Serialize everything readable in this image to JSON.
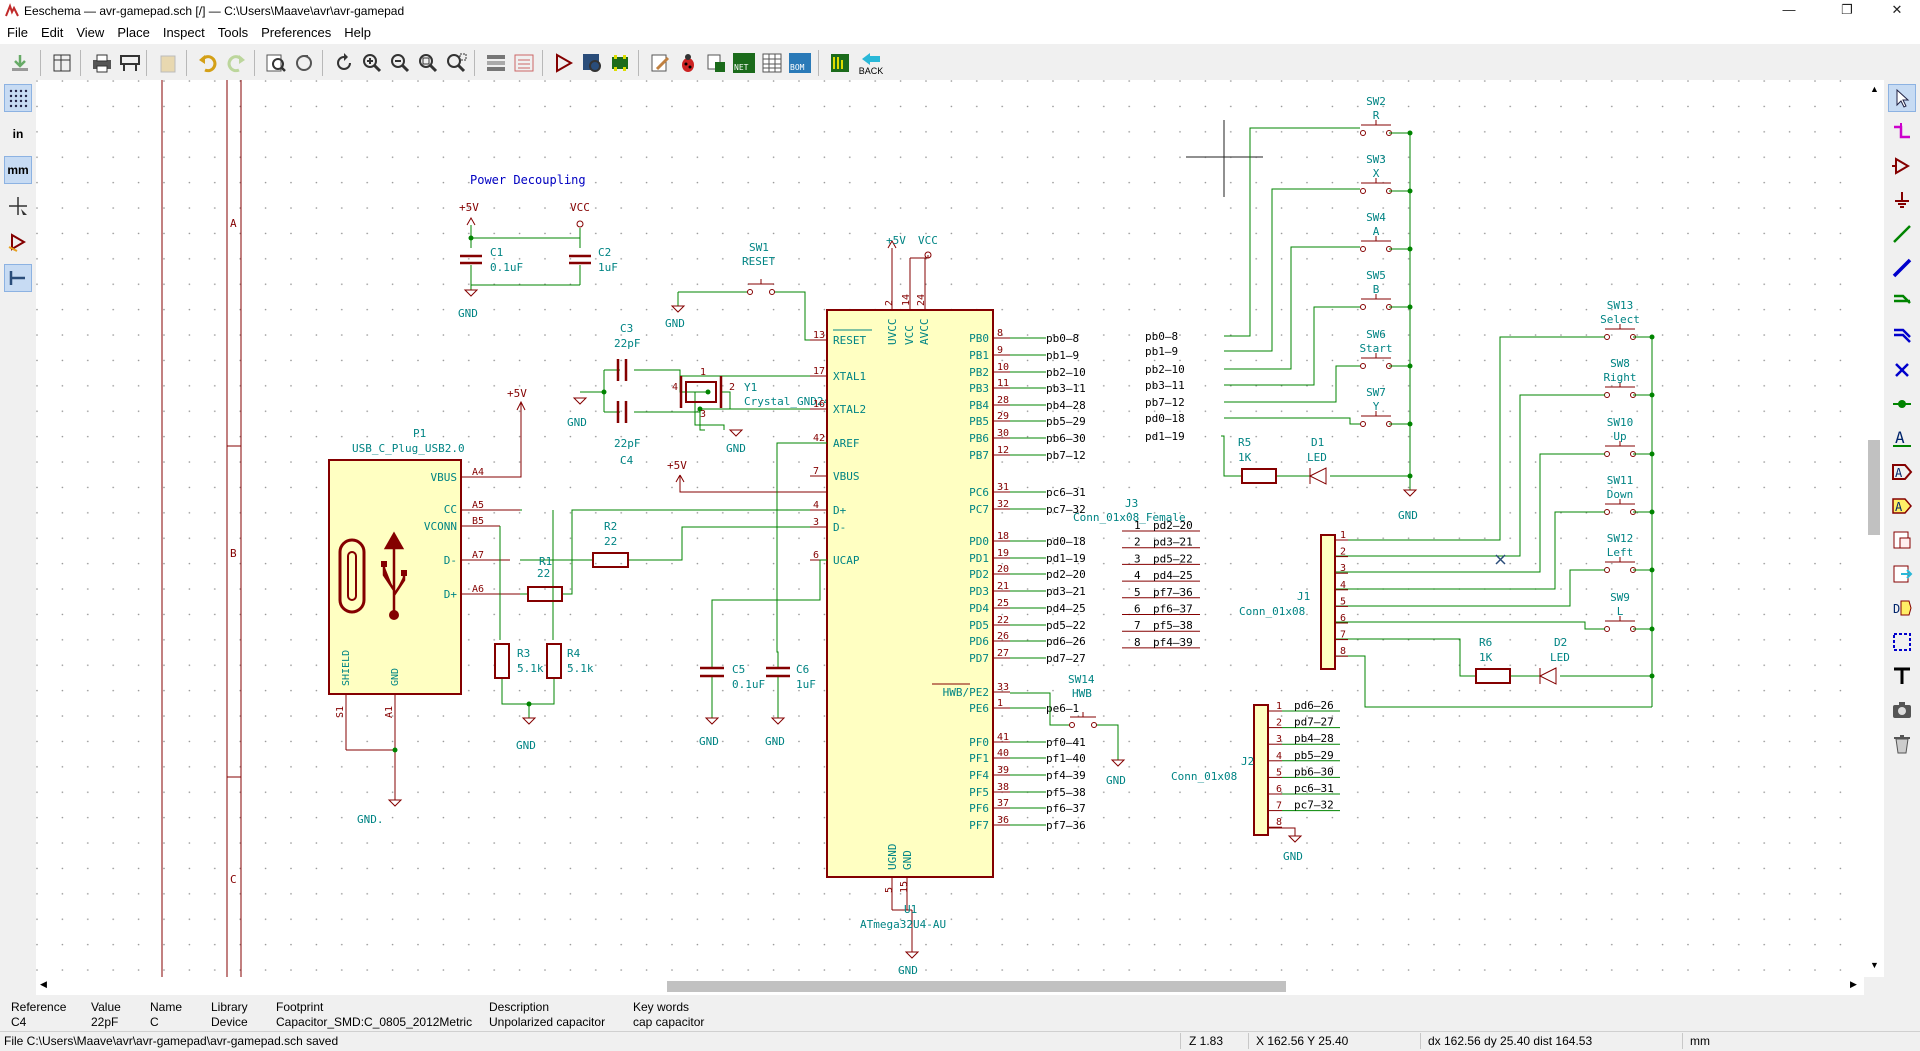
{
  "window": {
    "title": "Eeschema — avr-gamepad.sch [/] — C:\\Users\\Maave\\avr\\avr-gamepad",
    "minimize": "—",
    "maximize": "❐",
    "close": "✕"
  },
  "menu": [
    "File",
    "Edit",
    "View",
    "Place",
    "Inspect",
    "Tools",
    "Preferences",
    "Help"
  ],
  "toolbar": {
    "back_label": "BACK",
    "net_label": "NET",
    "bom_label": "BOM"
  },
  "left_toolbar": {
    "inch_label": "in",
    "mm_label": "mm"
  },
  "schematic": {
    "border_rows": [
      "A",
      "B",
      "C"
    ],
    "power_decoupling": {
      "title": "Power Decoupling",
      "plus5v": "+5V",
      "vcc": "VCC",
      "gnd": "GND",
      "c1_ref": "C1",
      "c1_val": "0.1uF",
      "c2_ref": "C2",
      "c2_val": "1uF"
    },
    "p1": {
      "ref": "P1",
      "value": "USB_C_Plug_USB2.0",
      "pins": [
        "VBUS",
        "CC",
        "VCONN",
        "D-",
        "D+"
      ],
      "pin_nums": [
        "A4",
        "A5",
        "B5",
        "A7",
        "A6"
      ],
      "shield": "SHIELD",
      "gnd": "GND",
      "s1": "S1",
      "a1": "A1",
      "plus5v": "+5V",
      "gnd_label": "GND."
    },
    "resistors": {
      "r1_ref": "R1",
      "r1_val": "22",
      "r2_ref": "R2",
      "r2_val": "22",
      "r3_ref": "R3",
      "r3_val": "5.1k",
      "r4_ref": "R4",
      "r4_val": "5.1k",
      "gnd": "GND"
    },
    "sw1": {
      "ref": "SW1",
      "value": "RESET",
      "gnd": "GND"
    },
    "crystal": {
      "c3_ref": "C3",
      "c3_val": "22pF",
      "c4_ref": "C4",
      "c4_val": "22pF",
      "y1_ref": "Y1",
      "y1_val": "Crystal_GND24",
      "gnd": "GND",
      "gnd2": "GND",
      "plus5v": "+5V",
      "pin4": "4",
      "pin2": "2",
      "pin1": "1",
      "pin3": "3"
    },
    "u1": {
      "ref": "U1",
      "value": "ATmega32U4-AU",
      "top_supply": "+5V",
      "top_vcc": "VCC",
      "gnd": "GND",
      "top_pins": [
        "UVCC",
        "VCC",
        "AVCC"
      ],
      "top_pin_nums": [
        "2",
        "14",
        "24"
      ],
      "bottom_pins": [
        "UGND",
        "GND"
      ],
      "bottom_pin_nums": [
        "5",
        "15"
      ],
      "left_pins": [
        {
          "name": "RESET",
          "num": "13"
        },
        {
          "name": "XTAL1",
          "num": "17"
        },
        {
          "name": "XTAL2",
          "num": "16"
        },
        {
          "name": "AREF",
          "num": "42"
        },
        {
          "name": "VBUS",
          "num": "7"
        },
        {
          "name": "D+",
          "num": "4"
        },
        {
          "name": "D-",
          "num": "3"
        },
        {
          "name": "UCAP",
          "num": "6"
        }
      ],
      "right_pins": [
        {
          "name": "PB0",
          "num": "8",
          "net": "pb0–8"
        },
        {
          "name": "PB1",
          "num": "9",
          "net": "pb1–9"
        },
        {
          "name": "PB2",
          "num": "10",
          "net": "pb2–10"
        },
        {
          "name": "PB3",
          "num": "11",
          "net": "pb3–11"
        },
        {
          "name": "PB4",
          "num": "28",
          "net": "pb4–28"
        },
        {
          "name": "PB5",
          "num": "29",
          "net": "pb5–29"
        },
        {
          "name": "PB6",
          "num": "30",
          "net": "pb6–30"
        },
        {
          "name": "PB7",
          "num": "12",
          "net": "pb7–12"
        },
        {
          "name": "PC6",
          "num": "31",
          "net": "pc6–31"
        },
        {
          "name": "PC7",
          "num": "32",
          "net": "pc7–32"
        },
        {
          "name": "PD0",
          "num": "18",
          "net": "pd0–18"
        },
        {
          "name": "PD1",
          "num": "19",
          "net": "pd1–19"
        },
        {
          "name": "PD2",
          "num": "20",
          "net": "pd2–20"
        },
        {
          "name": "PD3",
          "num": "21",
          "net": "pd3–21"
        },
        {
          "name": "PD4",
          "num": "25",
          "net": "pd4–25"
        },
        {
          "name": "PD5",
          "num": "22",
          "net": "pd5–22"
        },
        {
          "name": "PD6",
          "num": "26",
          "net": "pd6–26"
        },
        {
          "name": "PD7",
          "num": "27",
          "net": "pd7–27"
        },
        {
          "name": "HWB/PE2",
          "num": "33",
          "net": ""
        },
        {
          "name": "PE6",
          "num": "1",
          "net": "pe6–1"
        },
        {
          "name": "PF0",
          "num": "41",
          "net": "pf0–41"
        },
        {
          "name": "PF1",
          "num": "40",
          "net": "pf1–40"
        },
        {
          "name": "PF4",
          "num": "39",
          "net": "pf4–39"
        },
        {
          "name": "PF5",
          "num": "38",
          "net": "pf5–38"
        },
        {
          "name": "PF6",
          "num": "37",
          "net": "pf6–37"
        },
        {
          "name": "PF7",
          "num": "36",
          "net": "pf7–36"
        }
      ]
    },
    "decoupling2": {
      "c5_ref": "C5",
      "c5_val": "0.1uF",
      "c6_ref": "C6",
      "c6_val": "1uF",
      "gnd": "GND"
    },
    "sw14": {
      "ref": "SW14",
      "value": "HWB",
      "gnd": "GND"
    },
    "j3": {
      "ref": "J3",
      "value": "Conn_01x08_Female",
      "pins": [
        "1",
        "2",
        "3",
        "4",
        "5",
        "6",
        "7",
        "8"
      ],
      "nets": [
        "pd2–20",
        "pd3–21",
        "pd5–22",
        "pd4–25",
        "pf7–36",
        "pf6–37",
        "pf5–38",
        "pf4–39"
      ]
    },
    "switch_column1": {
      "switches": [
        {
          "ref": "SW2",
          "val": "R"
        },
        {
          "ref": "SW3",
          "val": "X"
        },
        {
          "ref": "SW4",
          "val": "A"
        },
        {
          "ref": "SW5",
          "val": "B"
        },
        {
          "ref": "SW6",
          "val": "Start"
        },
        {
          "ref": "SW7",
          "val": "Y"
        }
      ],
      "nets": [
        "pb0–8",
        "pb1–9",
        "pb2–10",
        "pb3–11",
        "pb7–12",
        "pd0–18",
        "pd1–19"
      ],
      "r5_ref": "R5",
      "r5_val": "1K",
      "d1_ref": "D1",
      "d1_val": "LED",
      "gnd": "GND"
    },
    "switch_column2": {
      "switches": [
        {
          "ref": "SW13",
          "val": "Select"
        },
        {
          "ref": "SW8",
          "val": "Right"
        },
        {
          "ref": "SW10",
          "val": "Up"
        },
        {
          "ref": "SW11",
          "val": "Down"
        },
        {
          "ref": "SW12",
          "val": "Left"
        },
        {
          "ref": "SW9",
          "val": "L"
        }
      ],
      "j1_ref": "J1",
      "j1_val": "Conn_01x08",
      "j1_pins": [
        "1",
        "2",
        "3",
        "4",
        "5",
        "6",
        "7",
        "8"
      ],
      "r6_ref": "R6",
      "r6_val": "1K",
      "d2_ref": "D2",
      "d2_val": "LED"
    },
    "j2": {
      "ref": "J2",
      "value": "Conn_01x08",
      "pins": [
        "1",
        "2",
        "3",
        "4",
        "5",
        "6",
        "7",
        "8"
      ],
      "nets": [
        "pd6–26",
        "pd7–27",
        "pb4–28",
        "pb5–29",
        "pb6–30",
        "pc6–31",
        "pc7–32",
        ""
      ],
      "gnd": "GND"
    }
  },
  "message_panel": {
    "columns": [
      {
        "header": "Reference",
        "value": "C4"
      },
      {
        "header": "Value",
        "value": "22pF"
      },
      {
        "header": "Name",
        "value": "C"
      },
      {
        "header": "Library",
        "value": "Device"
      },
      {
        "header": "Footprint",
        "value": "Capacitor_SMD:C_0805_2012Metric"
      },
      {
        "header": "Description",
        "value": "Unpolarized capacitor"
      },
      {
        "header": "Key words",
        "value": "cap capacitor"
      }
    ]
  },
  "status": {
    "message": "File C:\\Users\\Maave\\avr\\avr-gamepad\\avr-gamepad.sch saved",
    "zoom": "Z 1.83",
    "coords": "X 162.56  Y 25.40",
    "delta": "dx 162.56  dy 25.40  dist 164.53",
    "units": "mm"
  },
  "colors": {
    "wire": "#008400",
    "part": "#840000",
    "part_fill": "#ffffc2",
    "text": "#008484",
    "power": "#840000",
    "label": "#000000",
    "note": "#0000c2",
    "selection": "#c7dbf3"
  }
}
